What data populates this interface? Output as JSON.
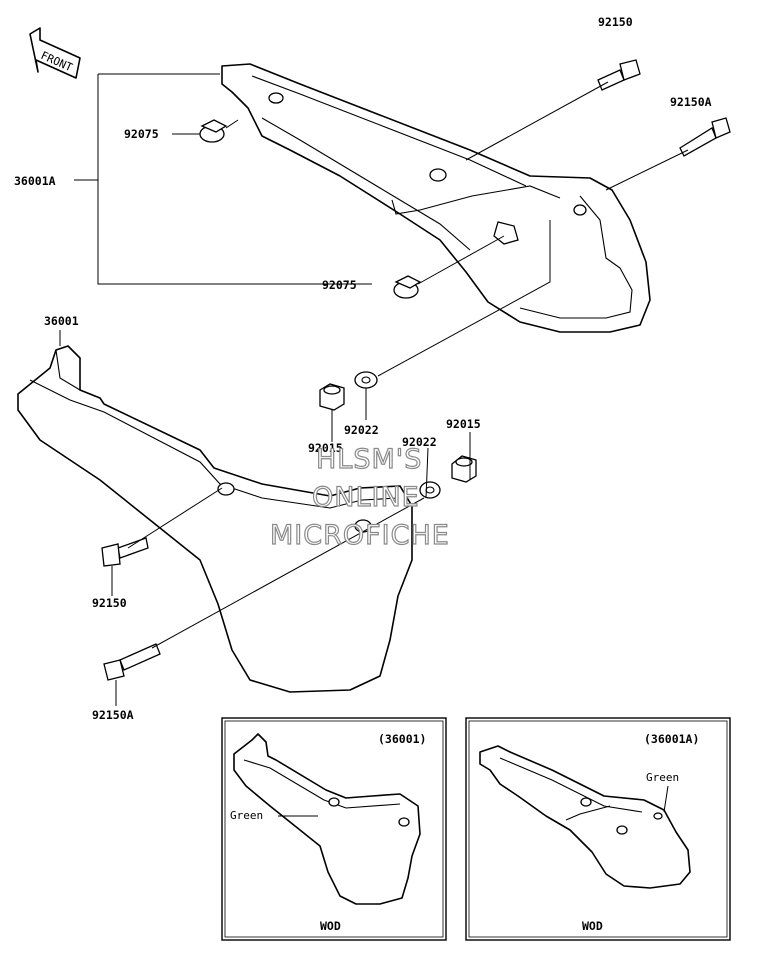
{
  "front_arrow": {
    "label": "FRONT"
  },
  "callouts": {
    "p92150_top": "92150",
    "p92150a_top": "92150A",
    "p92075_a": "92075",
    "p36001a": "36001A",
    "p92075_b": "92075",
    "p36001": "36001",
    "p92015_a": "92015",
    "p92022_a": "92022",
    "p92022_b": "92022",
    "p92015_b": "92015",
    "p92150_bot": "92150",
    "p92150a_bot": "92150A"
  },
  "watermark": {
    "line1": "HLSM'S",
    "line2": "ONLINE",
    "line3": "MICROFICHE"
  },
  "inset_left": {
    "part": "(36001)",
    "color": "Green",
    "model": "WOD"
  },
  "inset_right": {
    "part": "(36001A)",
    "color": "Green",
    "model": "WOD"
  }
}
